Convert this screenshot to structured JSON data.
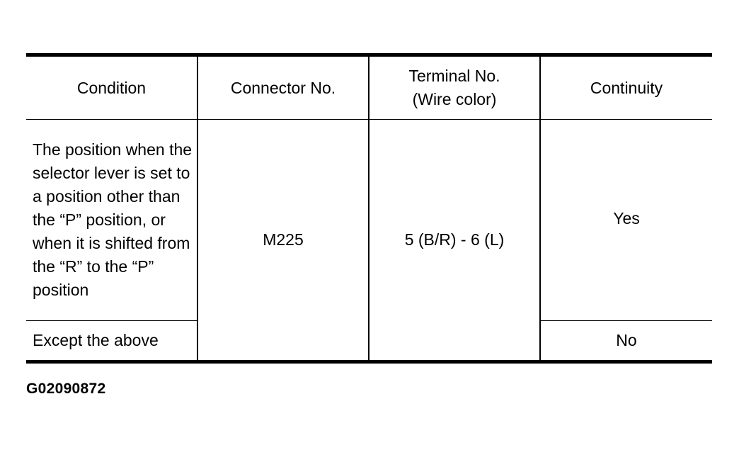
{
  "table": {
    "headers": {
      "condition": "Condition",
      "connector": "Connector No.",
      "terminal_line1": "Terminal No.",
      "terminal_line2": "(Wire color)",
      "continuity": "Continuity"
    },
    "rows": [
      {
        "condition": "The position when the selector lever is set to a position other than the “P” position, or when it is shifted from the “R” to the “P” position",
        "continuity": "Yes"
      },
      {
        "condition": "Except the above",
        "continuity": "No"
      }
    ],
    "connector_no": "M225",
    "terminal_no": "5 (B/R) - 6 (L)"
  },
  "figure_id": "G02090872"
}
